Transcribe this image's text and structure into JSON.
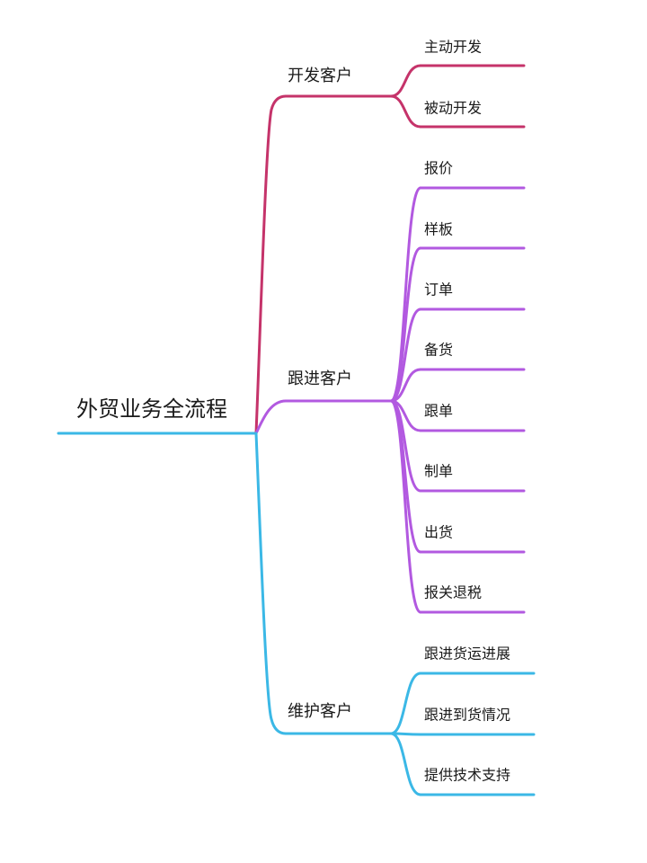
{
  "root": {
    "label": "外贸业务全流程",
    "color": "#3bb8e6"
  },
  "branches": [
    {
      "label": "开发客户",
      "color": "#c5336a",
      "leaves": [
        "主动开发",
        "被动开发"
      ]
    },
    {
      "label": "跟进客户",
      "color": "#b259e0",
      "leaves": [
        "报价",
        "样板",
        "订单",
        "备货",
        "跟单",
        "制单",
        "出货",
        "报关退税"
      ]
    },
    {
      "label": "维护客户",
      "color": "#3bb8e6",
      "leaves": [
        "跟进货运进展",
        "跟进到货情况",
        "提供技术支持"
      ]
    }
  ]
}
